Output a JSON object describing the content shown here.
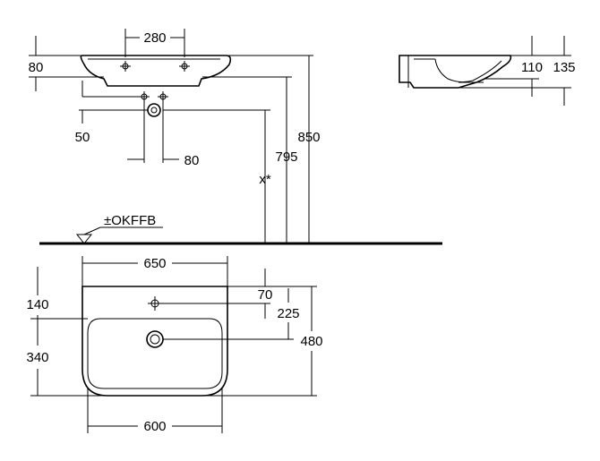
{
  "dimensions": {
    "front_tap_spacing": "280",
    "front_rim_height": "80",
    "front_waste_offset": "50",
    "front_waste_spacing": "80",
    "height_overflow": "795",
    "height_total": "850",
    "variable_height": "x*",
    "floor_label": "±OKFFB",
    "side_depth_inner": "110",
    "side_depth_outer": "135",
    "top_width_outer": "650",
    "top_width_inner": "600",
    "top_back_depth": "140",
    "top_bowl_depth": "340",
    "top_tap_offset": "70",
    "top_waste_offset": "225",
    "top_total_depth": "480"
  }
}
